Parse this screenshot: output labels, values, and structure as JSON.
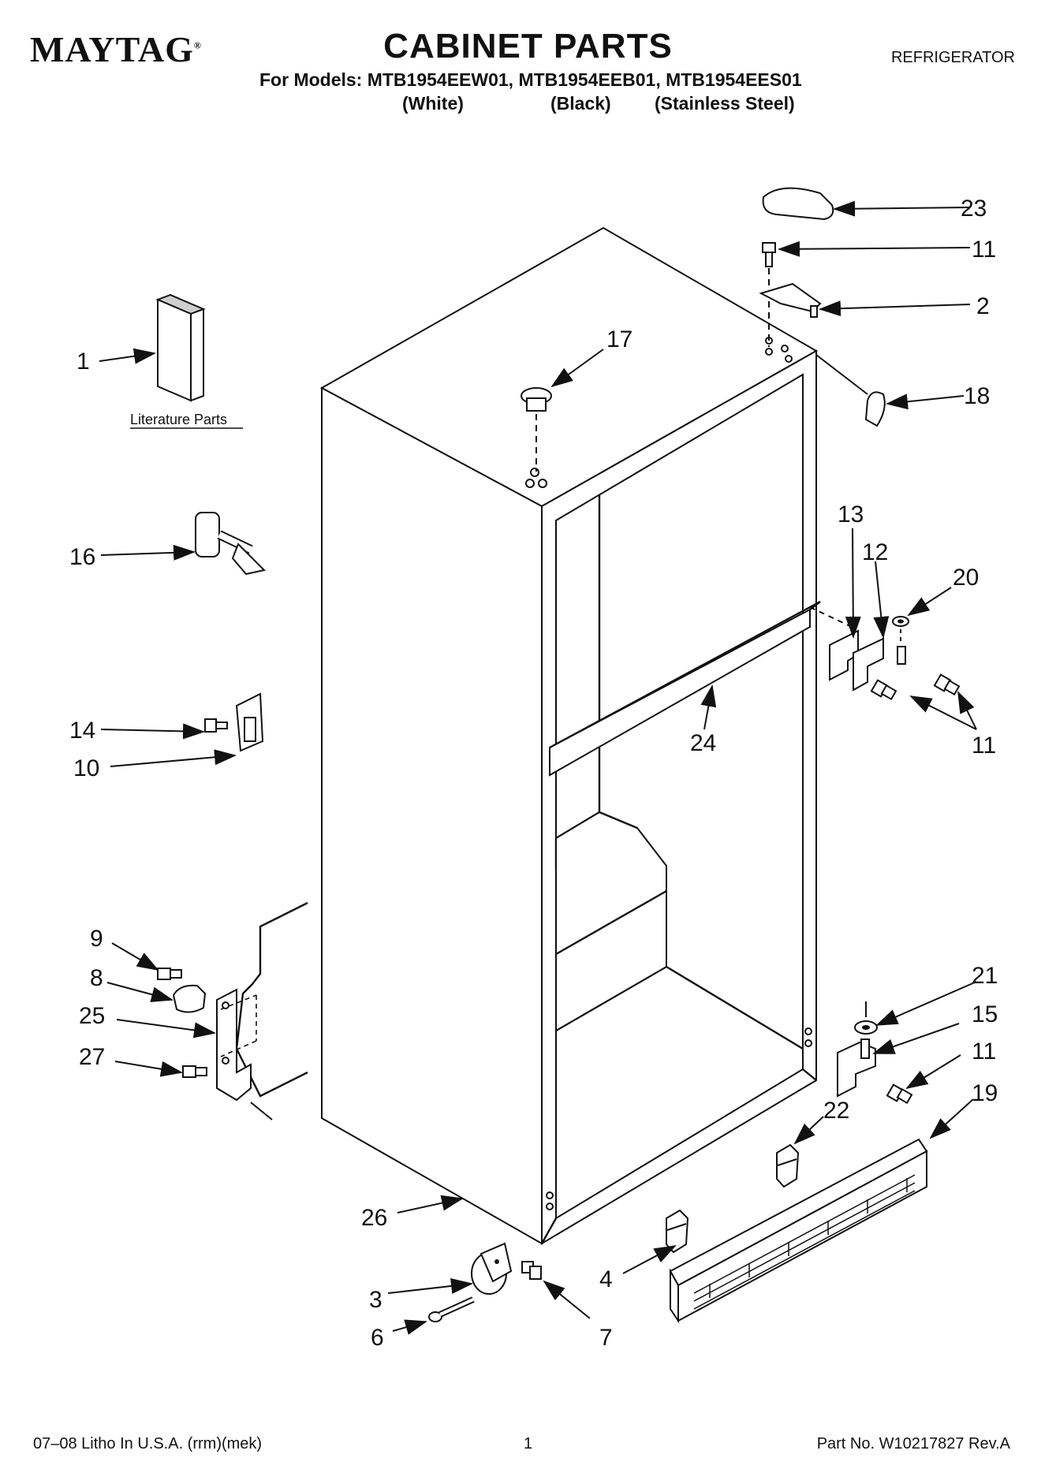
{
  "header": {
    "brand": "MAYTAG",
    "brand_mark": "®",
    "title": "CABINET PARTS",
    "product": "REFRIGERATOR",
    "models_line": "For Models: MTB1954EEW01, MTB1954EEB01, MTB1954EES01",
    "variants": [
      "(White)",
      "(Black)",
      "(Stainless Steel)"
    ]
  },
  "literature_label": "Literature Parts",
  "callouts": {
    "c1": "1",
    "c2": "2",
    "c3": "3",
    "c4": "4",
    "c6": "6",
    "c7": "7",
    "c8": "8",
    "c9": "9",
    "c10": "10",
    "c11": "11",
    "c12": "12",
    "c13": "13",
    "c14": "14",
    "c15": "15",
    "c16": "16",
    "c17": "17",
    "c18": "18",
    "c19": "19",
    "c20": "20",
    "c21": "21",
    "c22": "22",
    "c23": "23",
    "c24": "24",
    "c25": "25",
    "c26": "26",
    "c27": "27"
  },
  "footer": {
    "litho": "07–08 Litho In U.S.A. (rrm)(mek)",
    "page": "1",
    "part_no": "Part No. W10217827 Rev.A"
  }
}
